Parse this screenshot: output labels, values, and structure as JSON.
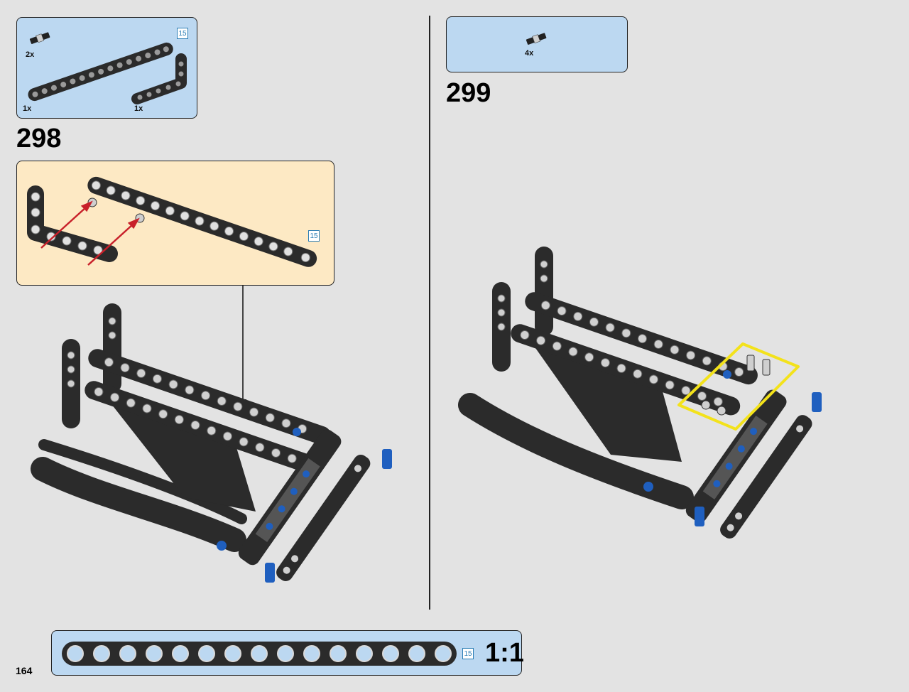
{
  "left_step": {
    "number": "298",
    "parts": [
      {
        "name": "axle-pin",
        "qty": "2x"
      },
      {
        "name": "beam-15",
        "qty": "1x"
      },
      {
        "name": "l-beam",
        "qty": "1x"
      }
    ],
    "parts_length_badge": "15",
    "subassembly_length_badge": "15"
  },
  "right_step": {
    "number": "299",
    "parts": [
      {
        "name": "axle-pin",
        "qty": "4x"
      }
    ]
  },
  "ruler": {
    "length_badge": "15",
    "holes": 15,
    "scale_label": "1:1"
  },
  "page_number": "164",
  "colors": {
    "parts_box": "#bcd8f1",
    "subassembly_box": "#fde9c4",
    "brick_black": "#2b2b2b",
    "pin_blue": "#1f5fbf",
    "highlight_yellow": "#f3e21b",
    "arrow_red": "#c8202a"
  }
}
